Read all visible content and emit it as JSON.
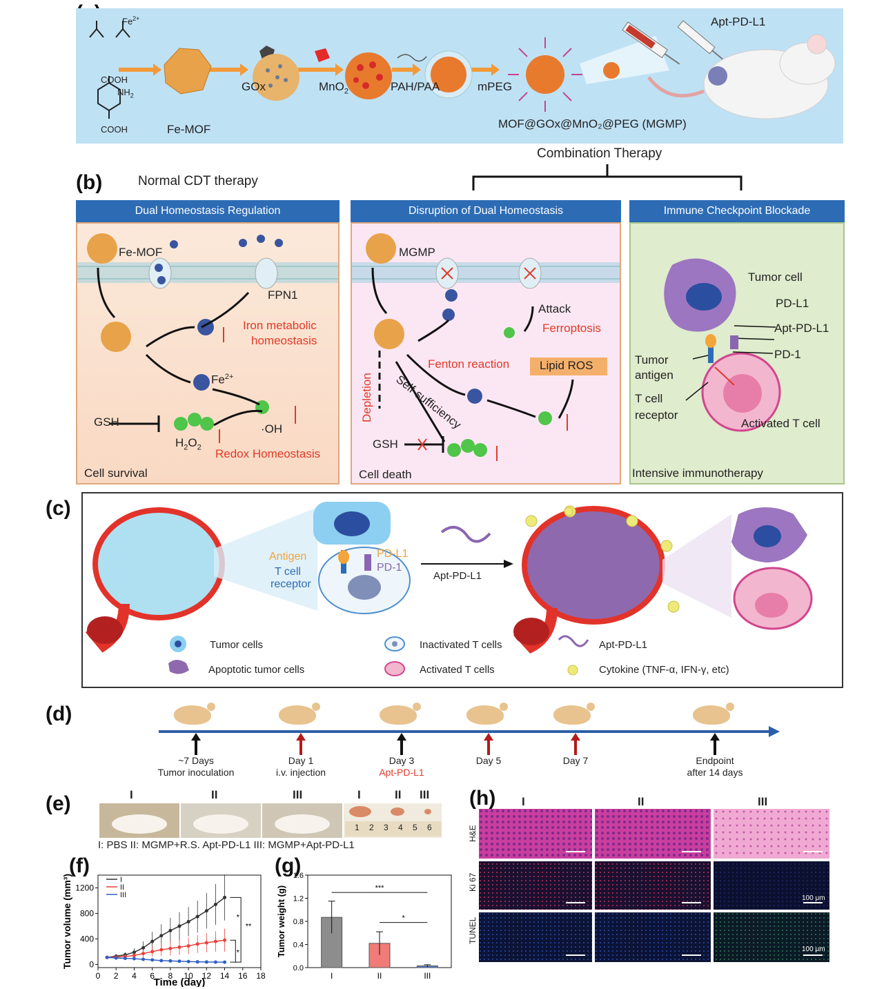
{
  "panel_labels": {
    "a": "(a)",
    "b": "(b)",
    "c": "(c)",
    "d": "(d)",
    "e": "(e)",
    "f": "(f)",
    "g": "(g)",
    "h": "(h)"
  },
  "a": {
    "fe": "Fe",
    "fe_sup": "2+",
    "cooh_top": "COOH",
    "nh2": "NH",
    "nh2_sub": "2",
    "cooh_bottom": "COOH",
    "femof": "Fe-MOF",
    "gox": "GOx",
    "mno2": "MnO",
    "mno2_sub": "2",
    "pah": "PAH/PAA",
    "mpeg": "mPEG",
    "product": "MOF@GOx@MnO₂@PEG (MGMP)",
    "apt": "Apt-PD-L1"
  },
  "b": {
    "combination": "Combination Therapy",
    "normal": "Normal CDT therapy",
    "h1": "Dual Homeostasis Regulation",
    "h2": "Disruption of Dual Homeostasis",
    "h3": "Immune Checkpoint Blockade",
    "femof": "Fe-MOF",
    "fpn1": "FPN1",
    "iron1": "Iron metabolic",
    "iron2": "homeostasis",
    "fe": "Fe",
    "fe_sup": "2+",
    "gsh": "GSH",
    "h2o2": "H",
    "h2o2_sub1": "2",
    "h2o2_mid": "O",
    "h2o2_sub2": "2",
    "oh": "·OH",
    "redox": "Redox Homeostasis",
    "survival": "Cell survival",
    "mgmp": "MGMP",
    "attack": "Attack",
    "ferroptosis": "Ferroptosis",
    "fenton": "Fenton reaction",
    "lipid": "Lipid ROS",
    "depletion": "Depletion",
    "selfsuff": "Self-sufficiency",
    "gsh2": "GSH",
    "death": "Cell death",
    "tumor": "Tumor  cell",
    "pdl1": "PD-L1",
    "aptpdl1": "Apt-PD-L1",
    "pd1": "PD-1",
    "antigen1": "Tumor",
    "antigen2": "antigen",
    "tcr1": "T cell",
    "tcr2": "receptor",
    "activated": "Activated T cell",
    "intensive": "Intensive immunotherapy"
  },
  "c": {
    "antigen": "Antigen",
    "tcr1": "T cell",
    "tcr2": "receptor",
    "pdl1": "PD-L1",
    "pd1": "PD-1",
    "apt": "Apt-PD-L1",
    "legend": [
      "Tumor cells",
      "Inactivated T cells",
      "Apt-PD-L1",
      "Apoptotic tumor cells",
      "Activated T cells",
      "Cytokine (TNF-α, IFN-γ, etc)"
    ]
  },
  "d": {
    "events": [
      {
        "l1": "~7 Days",
        "l2": "Tumor inoculation",
        "color": "#111111"
      },
      {
        "l1": "Day 1",
        "l2": "i.v. injection",
        "color": "#b31b1b"
      },
      {
        "l1": "Day 3",
        "l2": "Apt-PD-L1",
        "color": "#111111"
      },
      {
        "l1": "Day 5",
        "l2": "",
        "color": "#b31b1b"
      },
      {
        "l1": "Day 7",
        "l2": "",
        "color": "#b31b1b"
      },
      {
        "l1": "Endpoint",
        "l2": "after 14 days",
        "color": "#111111"
      }
    ]
  },
  "e": {
    "groups": [
      "I",
      "II",
      "III"
    ],
    "tumor_groups": [
      "I",
      "II",
      "III"
    ],
    "ruler": [
      "1",
      "2",
      "3",
      "4",
      "5",
      "6"
    ],
    "caption": "I: PBS   II: MGMP+R.S. Apt-PD-L1   III: MGMP+Apt-PD-L1"
  },
  "h": {
    "groups": [
      "I",
      "II",
      "III"
    ],
    "rows": [
      "H&E",
      "Ki 67",
      "TUNEL"
    ],
    "scale": "100 μm"
  },
  "chart_data": [
    {
      "type": "line",
      "panel": "f",
      "xlabel": "Time (day)",
      "ylabel": "Tumor volume (mm³)",
      "xlim": [
        0,
        18
      ],
      "ylim": [
        -50,
        1400
      ],
      "xticks": [
        0,
        2,
        4,
        6,
        8,
        10,
        12,
        14,
        16,
        18
      ],
      "yticks": [
        0,
        400,
        800,
        1200
      ],
      "x": [
        1,
        2,
        3,
        4,
        5,
        6,
        7,
        8,
        9,
        10,
        11,
        12,
        13,
        14
      ],
      "series": [
        {
          "name": "I",
          "color": "#333333",
          "values": [
            110,
            130,
            150,
            190,
            260,
            360,
            450,
            530,
            600,
            670,
            750,
            840,
            940,
            1050
          ],
          "errors": [
            20,
            30,
            40,
            60,
            100,
            150,
            180,
            200,
            220,
            230,
            250,
            280,
            320,
            360
          ]
        },
        {
          "name": "II",
          "color": "#e8413a",
          "values": [
            110,
            115,
            125,
            140,
            170,
            200,
            230,
            250,
            270,
            290,
            320,
            340,
            360,
            380
          ],
          "errors": [
            20,
            25,
            30,
            40,
            60,
            80,
            100,
            110,
            120,
            130,
            140,
            150,
            160,
            180
          ]
        },
        {
          "name": "III",
          "color": "#2f5fc4",
          "values": [
            110,
            100,
            95,
            90,
            80,
            70,
            60,
            55,
            50,
            45,
            40,
            38,
            36,
            35
          ],
          "errors": [
            10,
            10,
            10,
            10,
            10,
            10,
            10,
            10,
            10,
            10,
            10,
            10,
            10,
            10
          ]
        }
      ],
      "significance": [
        "*",
        "**",
        "*"
      ]
    },
    {
      "type": "bar",
      "panel": "g",
      "ylabel": "Tumor weight (g)",
      "categories": [
        "I",
        "II",
        "III"
      ],
      "values": [
        0.87,
        0.42,
        0.03
      ],
      "errors": [
        0.28,
        0.2,
        0.02
      ],
      "colors": [
        "#8d8d8d",
        "#f07b77",
        "#5b7fd6"
      ],
      "ylim": [
        0,
        1.6
      ],
      "yticks": [
        0.0,
        0.4,
        0.8,
        1.2,
        1.6
      ],
      "yticklabels": [
        "0.0",
        "0.4",
        "0.8",
        "1.2",
        "1.6"
      ],
      "significance": [
        "***",
        "*"
      ]
    }
  ]
}
